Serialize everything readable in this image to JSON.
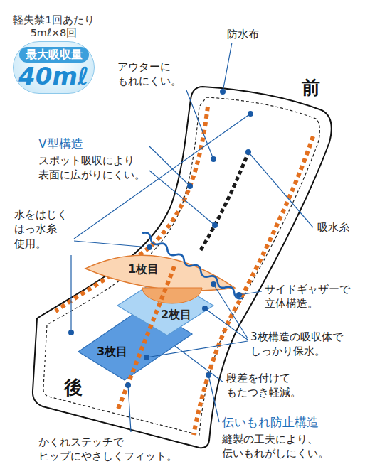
{
  "diagram": {
    "nodes": [
      {
        "text": [
          "軽失禁1回あたり 5mℓ×8回",
          "最大吸収量",
          "40mℓ"
        ]
      }
    ],
    "labels": [
      "防水布",
      "前",
      "アウターに もれにくい。",
      "V型構造",
      "スポット吸収により 表面に広がりにくい。",
      "水をはじく はっ水糸 使用。",
      "吸水糸",
      "1枚目",
      "サイドギャザーで 立体構造。",
      "2枚目",
      "3枚構造の吸収体で しっかり保水。",
      "3枚目",
      "後",
      "段差を付けて もたつき軽減。",
      "かくれステッチで ヒップにやさしくフィット。",
      "伝いもれ防止構造",
      "縫製の工夫により、 伝いもれがしにくい。"
    ]
  }
}
